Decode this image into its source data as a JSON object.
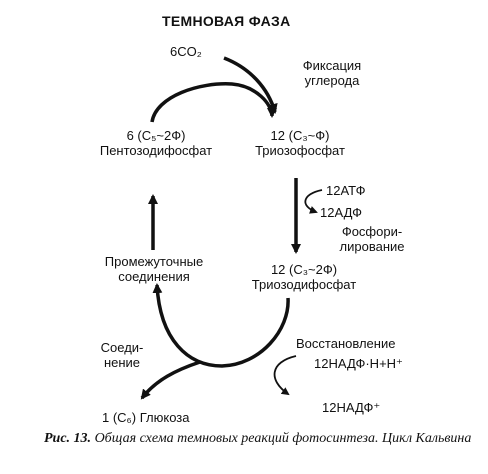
{
  "title": "ТЕМНОВАЯ ФАЗА",
  "input_co2": "6CO₂",
  "fixation": [
    "Фиксация",
    "углерода"
  ],
  "node_left_top": {
    "formula": "6 (C₅~2Ф)",
    "name": "Пентозодифосфат"
  },
  "node_right_top": {
    "formula": "12 (C₃~Ф)",
    "name": "Триозофосфат"
  },
  "atp_in": "12АТФ",
  "adp_out": "12АДФ",
  "phosphorylation": [
    "Фосфори-",
    "лирование"
  ],
  "intermediate": [
    "Промежуточные",
    "соединения"
  ],
  "node_right_bottom": {
    "formula": "12 (C₃~2Ф)",
    "name": "Триозодифосфат"
  },
  "reduction": "Восстановление",
  "nadph_in": "12НАДФ·Н+Н⁺",
  "nadp_out": "12НАДФ⁺",
  "joining": [
    "Соеди-",
    "нение"
  ],
  "glucose": "1 (C₆) Глюкоза",
  "caption": {
    "number": "Рис. 13.",
    "text": "Общая схема темновых реакций фотосинтеза. Цикл Кальвина"
  }
}
